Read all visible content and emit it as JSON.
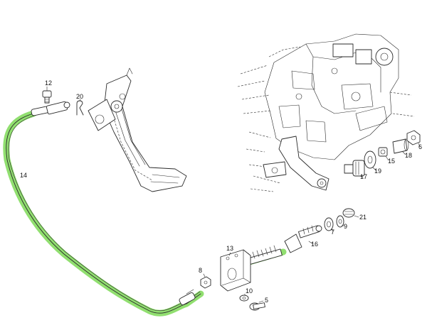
{
  "highlight_color": "#7ed957",
  "line_color": "#2a2a2a",
  "callouts": {
    "c12": "12",
    "c20": "20",
    "c14": "14",
    "c13": "13",
    "c8": "8",
    "c10": "10",
    "c5": "5",
    "c16": "16",
    "c7": "7",
    "c9": "9",
    "c21": "21",
    "c17": "17",
    "c19": "19",
    "c15": "15",
    "c18": "18",
    "c6": "6"
  }
}
